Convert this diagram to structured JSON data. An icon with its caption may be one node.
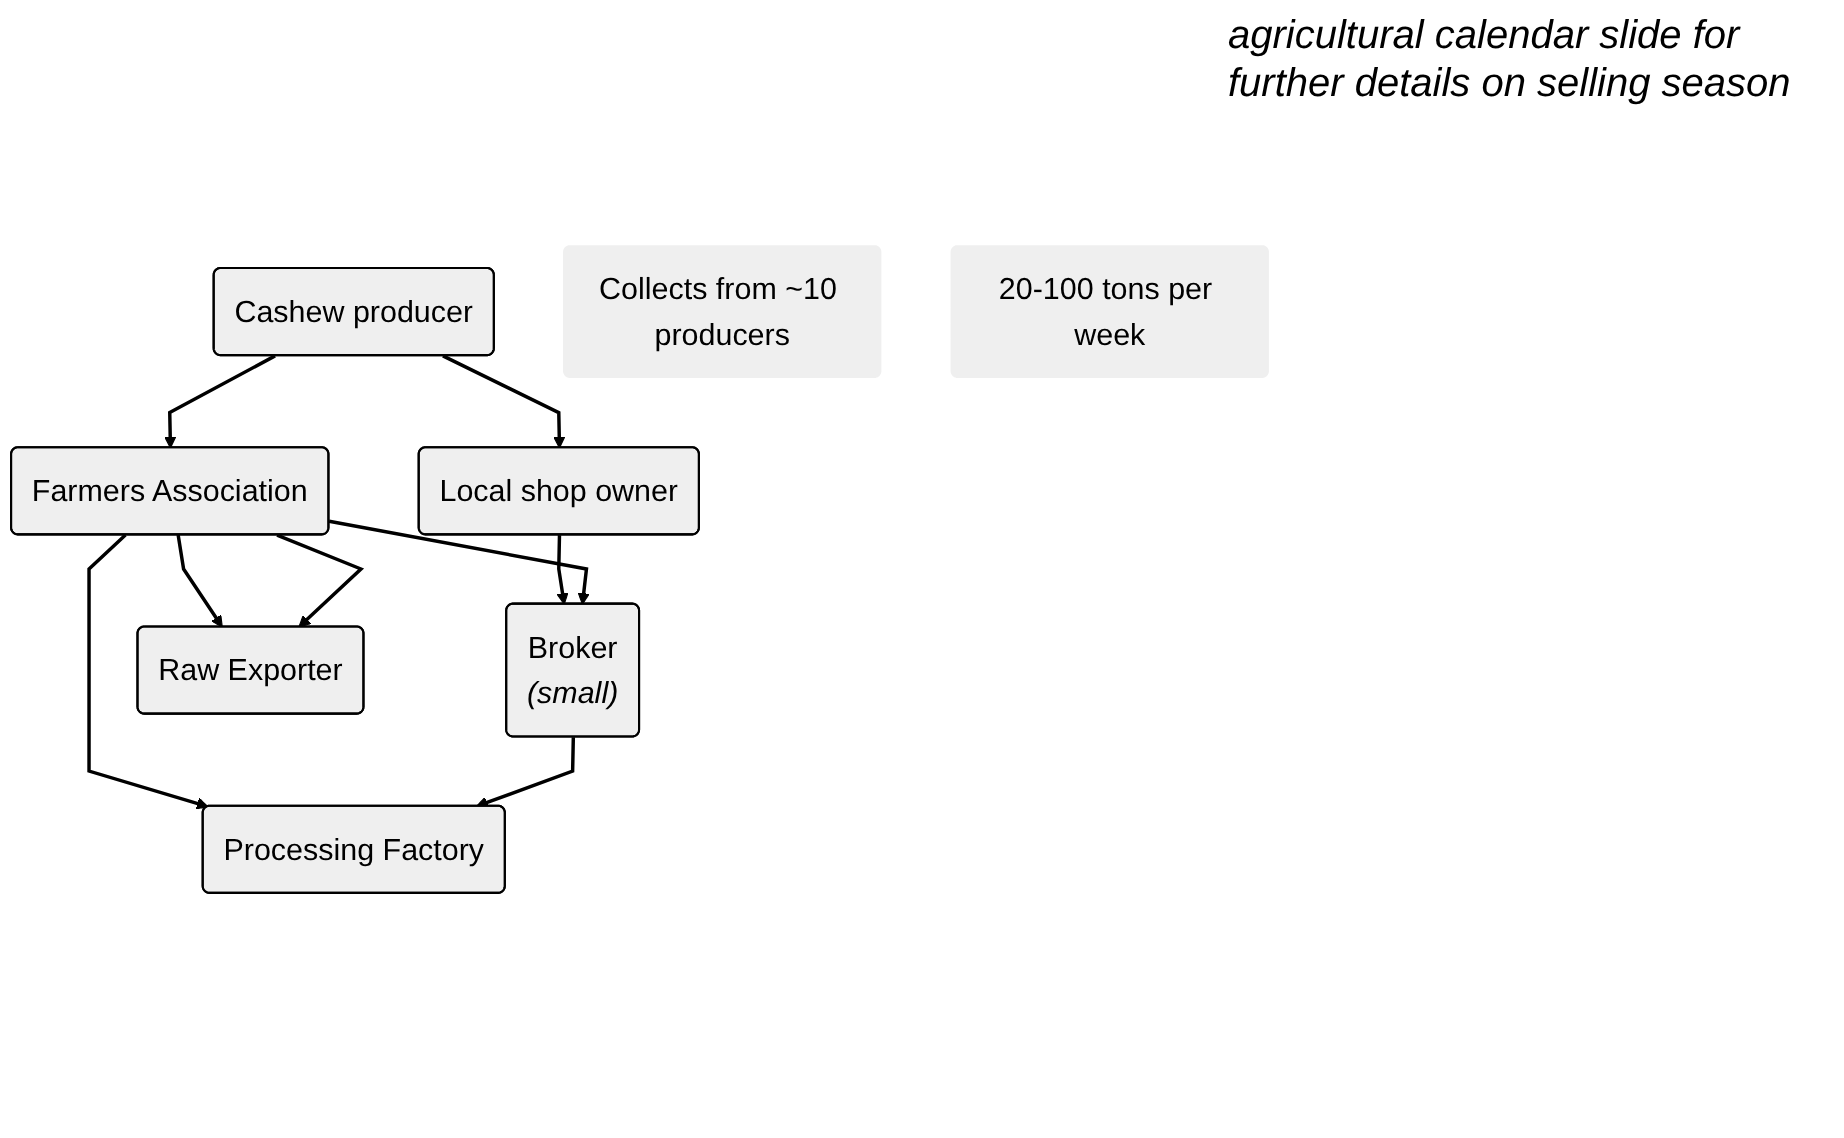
{
  "diagram": {
    "nodes": [
      {
        "text": [
          "Cashew producer"
        ]
      },
      {
        "text": [
          "Farmers Association"
        ]
      },
      {
        "text": [
          "Local shop owner"
        ]
      },
      {
        "text": [
          "Broker",
          "(small)"
        ]
      },
      {
        "text": [
          "Raw Exporter"
        ]
      },
      {
        "text": [
          "Processing Factory"
        ]
      },
      {
        "text": [
          "Collects from ~10 producers"
        ]
      },
      {
        "text": [
          "20-100 tons per week"
        ]
      }
    ],
    "edges": [
      {
        "from": 0,
        "to": 1,
        "arrow": "to"
      },
      {
        "from": 0,
        "to": 2,
        "arrow": "to"
      },
      {
        "from": 2,
        "to": 3,
        "arrow": "to"
      },
      {
        "from": 1,
        "to": 4,
        "arrow": "to"
      },
      {
        "from": 1,
        "to": 3,
        "arrow": "to"
      },
      {
        "from": 1,
        "to": 4,
        "arrow": "to"
      },
      {
        "from": 1,
        "to": 5,
        "arrow": "to"
      },
      {
        "from": 3,
        "to": 5,
        "arrow": "to"
      }
    ],
    "labels": [
      "agricultural calendar slide for further details on selling season"
    ]
  }
}
